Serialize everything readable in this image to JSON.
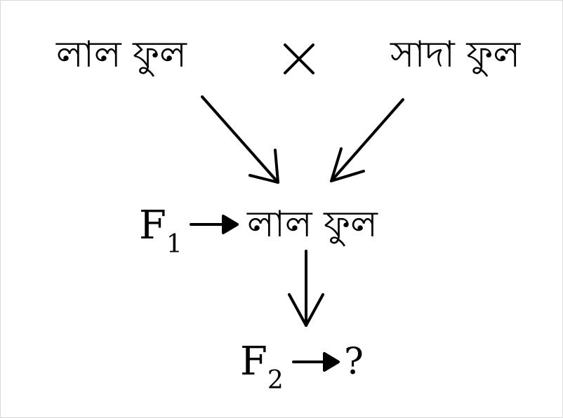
{
  "parents": {
    "left": "লাল ফুল",
    "cross_symbol": "×",
    "right": "সাদা ফুল"
  },
  "f1": {
    "letter": "F",
    "subscript": "1",
    "result": "লাল ফুল"
  },
  "f2": {
    "letter": "F",
    "subscript": "2",
    "result": "?"
  }
}
